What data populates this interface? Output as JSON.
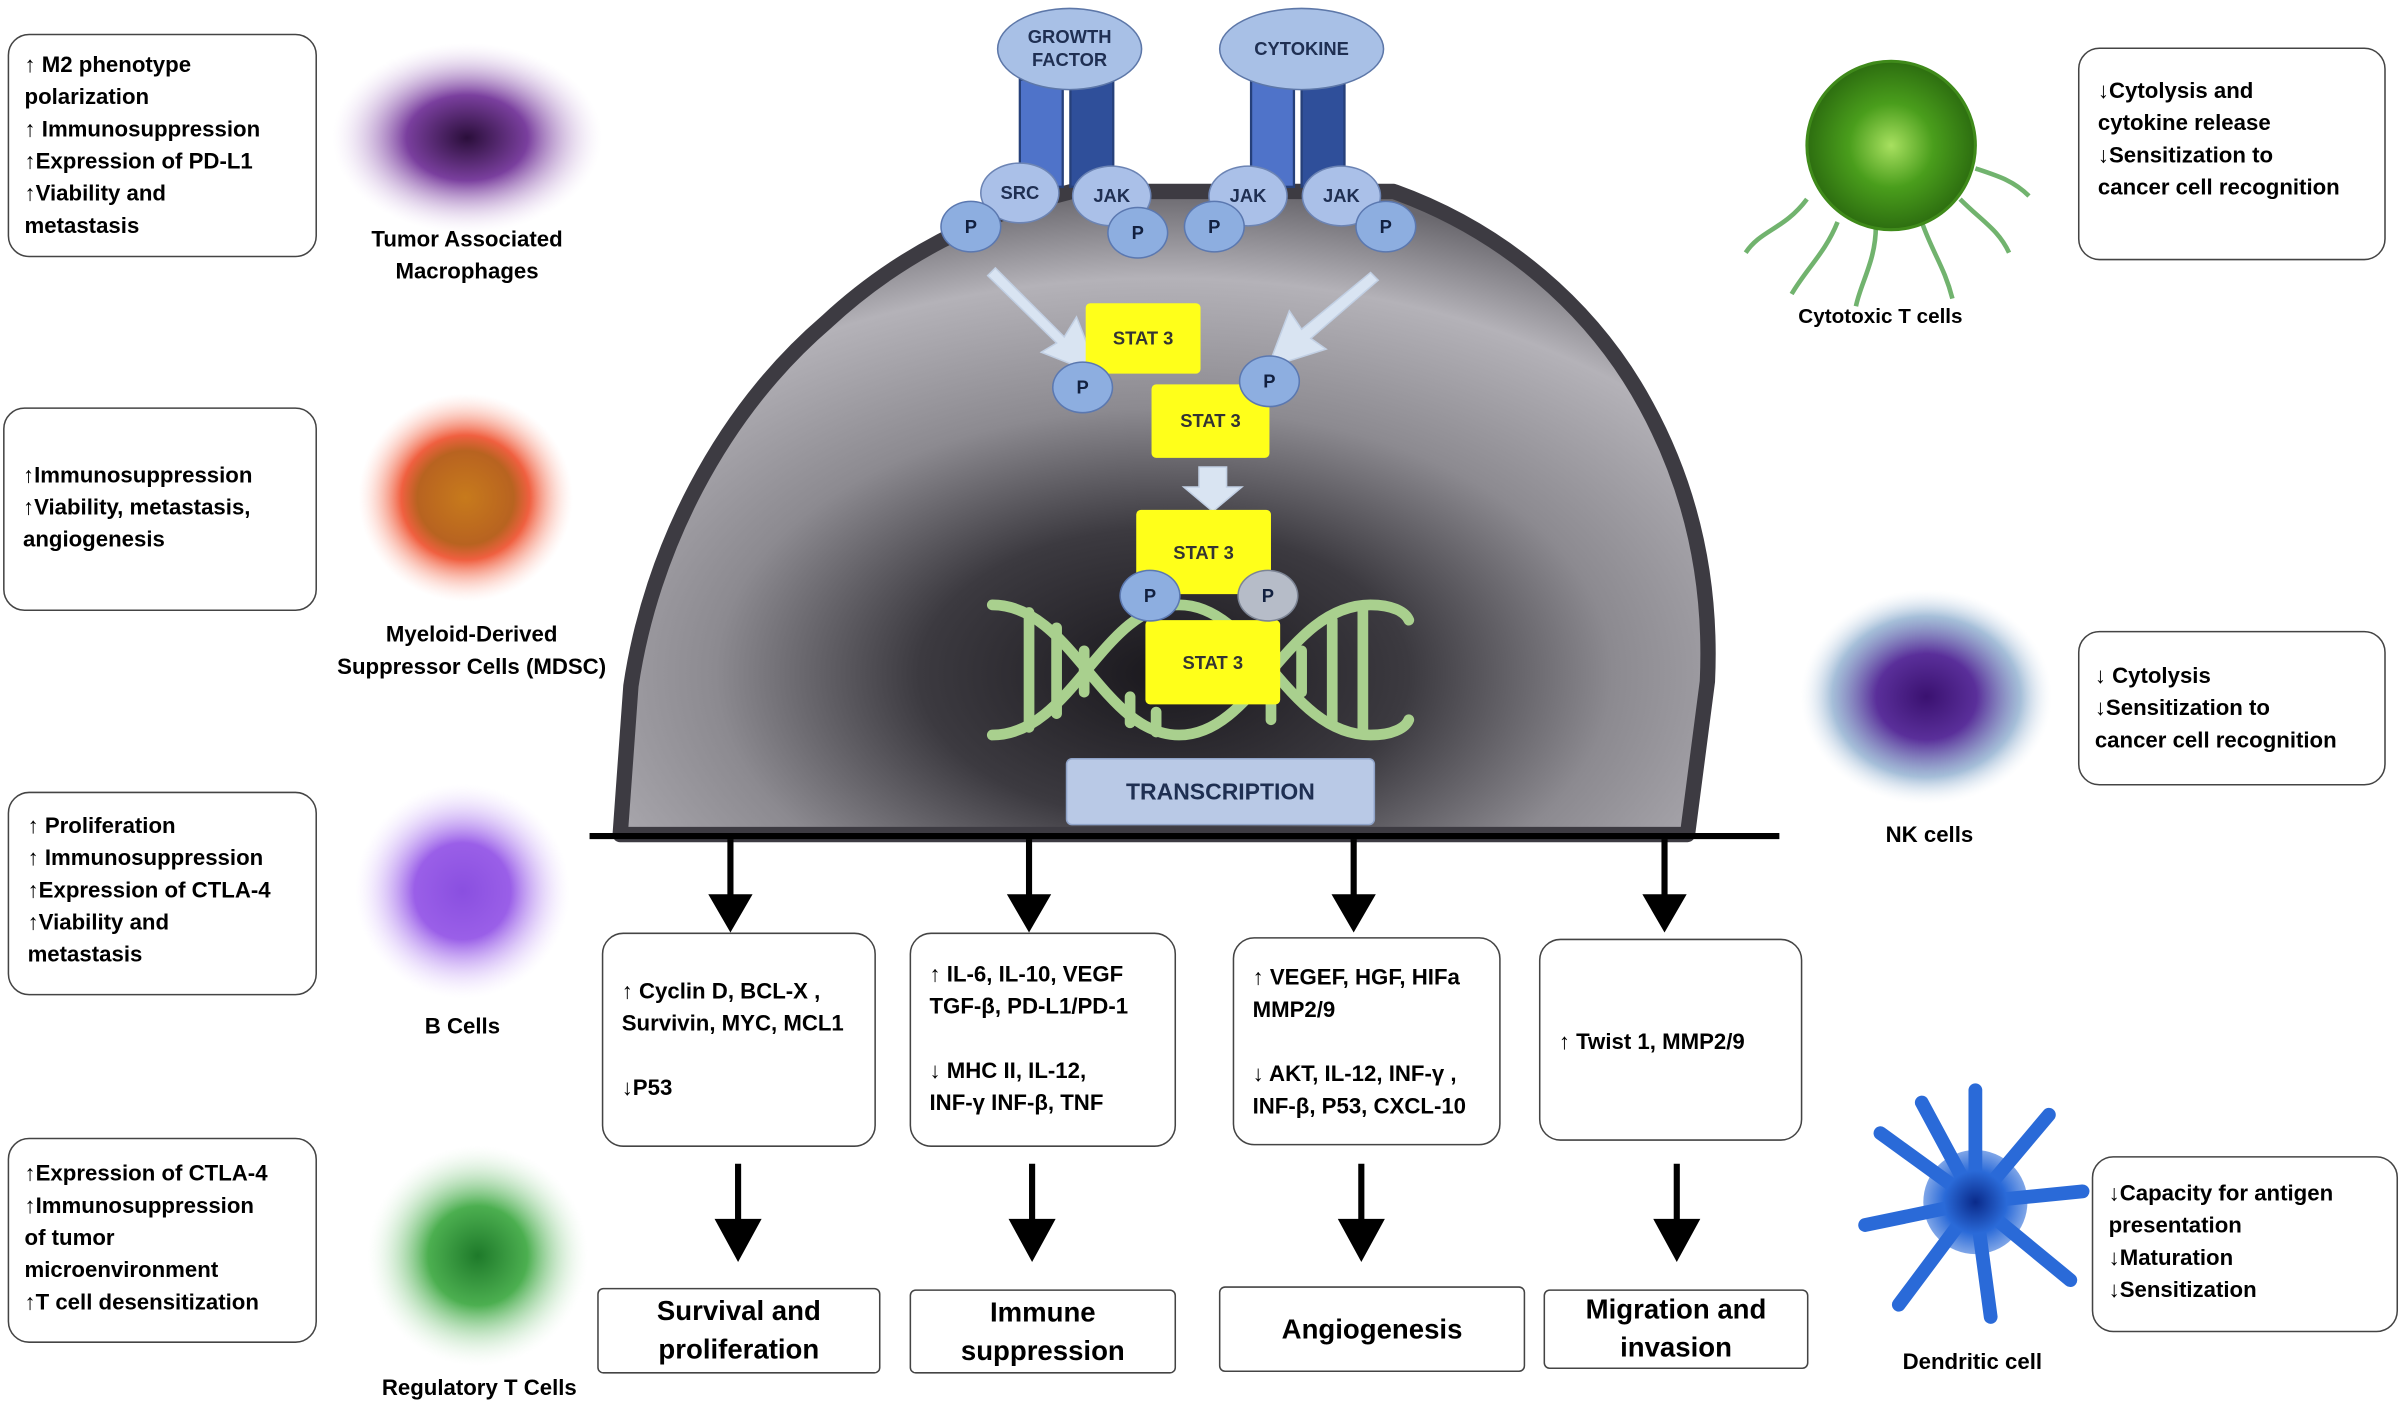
{
  "receptors": {
    "growth_factor": [
      "GROWTH",
      "FACTOR"
    ],
    "cytokine": "CYTOKINE",
    "kinases": [
      "SRC",
      "JAK",
      "JAK",
      "JAK"
    ]
  },
  "phospho_label": "P",
  "stat_label": "STAT 3",
  "transcription": "TRANSCRIPTION",
  "left_cells": [
    {
      "effects": [
        "↑ M2 phenotype",
        "polarization",
        "↑ Immunosuppression",
        "↑Expression of PD-L1",
        "↑Viability and",
        "metastasis"
      ],
      "name": [
        "Tumor Associated",
        "Macrophages"
      ],
      "color": "#7a3f9e"
    },
    {
      "effects": [
        "↑Immunosuppression",
        "↑Viability, metastasis,",
        "angiogenesis"
      ],
      "name": [
        "Myeloid-Derived",
        "Suppressor Cells (MDSC)"
      ],
      "color": "#f06040"
    },
    {
      "effects": [
        "↑ Proliferation",
        "↑ Immunosuppression",
        "↑Expression of CTLA-4",
        "↑Viability and",
        "metastasis"
      ],
      "name": [
        "B Cells"
      ],
      "color": "#9a5fe8"
    },
    {
      "effects": [
        "↑Expression of CTLA-4",
        "↑Immunosuppression",
        "of tumor",
        "microenvironment",
        "↑T cell desensitization"
      ],
      "name": [
        "Regulatory T Cells"
      ],
      "color": "#3f9e44"
    }
  ],
  "right_cells": [
    {
      "effects": [
        "↓Cytolysis and",
        "cytokine release",
        "↓Sensitization to",
        "cancer cell recognition"
      ],
      "name": [
        "Cytotoxic T cells"
      ],
      "color": "#6cc02a"
    },
    {
      "effects": [
        "↓ Cytolysis",
        "↓Sensitization to",
        "cancer cell recognition"
      ],
      "name": [
        "NK cells"
      ],
      "color": "#5a2f9a"
    },
    {
      "effects": [
        "↓Capacity for antigen",
        "presentation",
        "↓Maturation",
        "↓Sensitization"
      ],
      "name": [
        "Dendritic cell"
      ],
      "color": "#2a6ad8"
    }
  ],
  "effect_boxes": [
    [
      "↑ Cyclin D, BCL-X ,",
      "Survivin, MYC, MCL1",
      "",
      "↓P53"
    ],
    [
      "↑ IL-6, IL-10, VEGF",
      "TGF-β, PD-L1/PD-1",
      "",
      "↓ MHC II, IL-12,",
      "INF-γ  INF-β, TNF"
    ],
    [
      "↑  VEGEF, HGF, HIFa",
      "MMP2/9",
      "",
      "↓ AKT, IL-12, INF-γ ,",
      "INF-β, P53, CXCL-10"
    ],
    [
      "↑ Twist 1, MMP2/9"
    ]
  ],
  "outcomes": [
    [
      "Survival and",
      "proliferation"
    ],
    [
      "Immune",
      "suppression"
    ],
    [
      "Angiogenesis"
    ],
    [
      "Migration and",
      "invasion"
    ]
  ],
  "colors": {
    "receptor": "#a8c0e6",
    "stat": "#ffff1a",
    "dna": "#a9d08e",
    "tumor": "#5e5b64"
  }
}
